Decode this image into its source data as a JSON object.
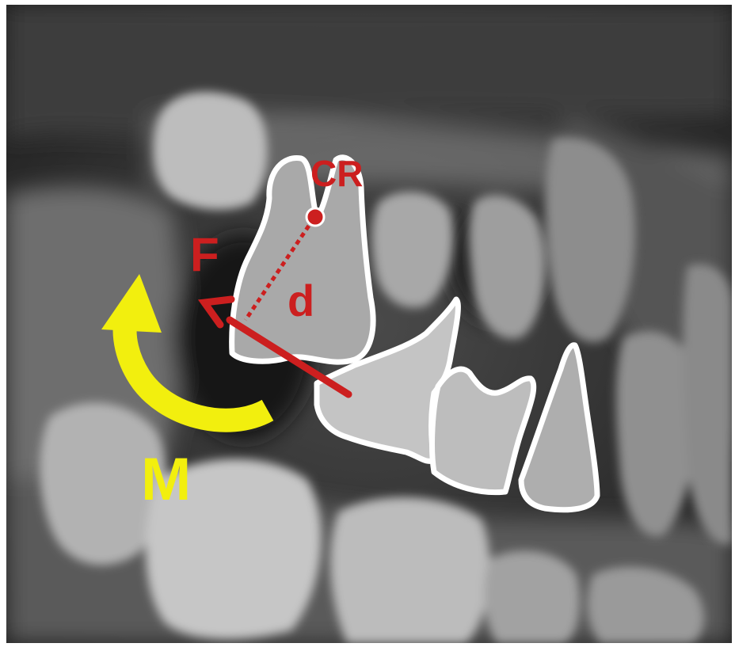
{
  "annotations": {
    "center_of_resistance": "CR",
    "force": "F",
    "distance": "d",
    "moment": "M"
  },
  "colors": {
    "force_red": "#cc1f1f",
    "moment_yellow": "#f2ef0e",
    "outline_white": "#ffffff",
    "xray_dark": "#262626"
  }
}
